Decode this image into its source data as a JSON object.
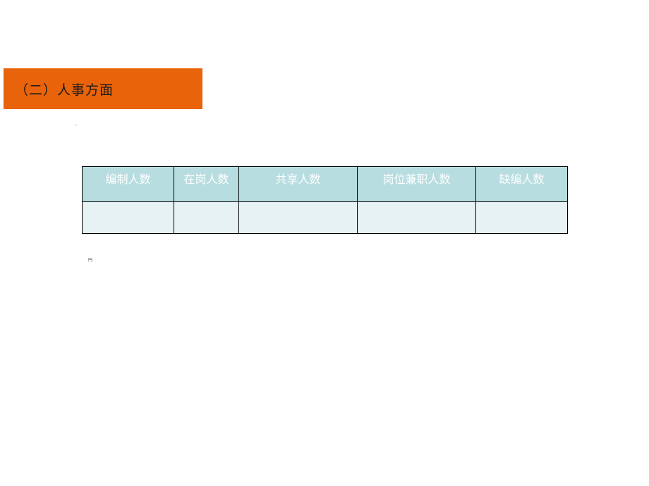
{
  "section": {
    "title": "（二）人事方面"
  },
  "marks": {
    "dash": "–",
    "small": "円"
  },
  "table": {
    "headers": [
      "编制人数",
      "在岗人数",
      "共享人数",
      "岗位兼职人数",
      "缺编人数"
    ],
    "rows": [
      [
        "",
        "",
        "",
        "",
        ""
      ]
    ]
  },
  "colors": {
    "banner": "#e8630a",
    "header_fill": "#b7dde0",
    "cell_fill": "#e6f2f3",
    "header_text": "#ffffff"
  }
}
